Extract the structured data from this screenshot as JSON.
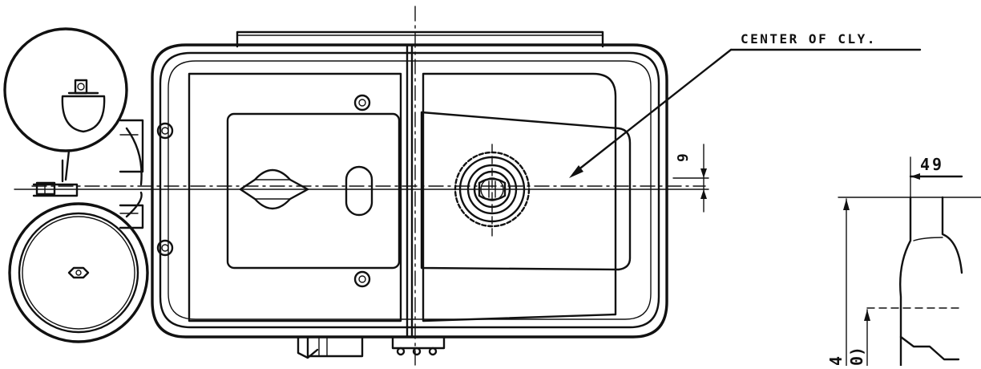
{
  "callout": {
    "label": "CENTER OF CLY."
  },
  "dimensions": {
    "offset": "9",
    "width": "49",
    "height_partial_1": "4",
    "height_partial_2": "0)"
  },
  "colors": {
    "ink": "#111111",
    "paper": "#ffffff"
  }
}
